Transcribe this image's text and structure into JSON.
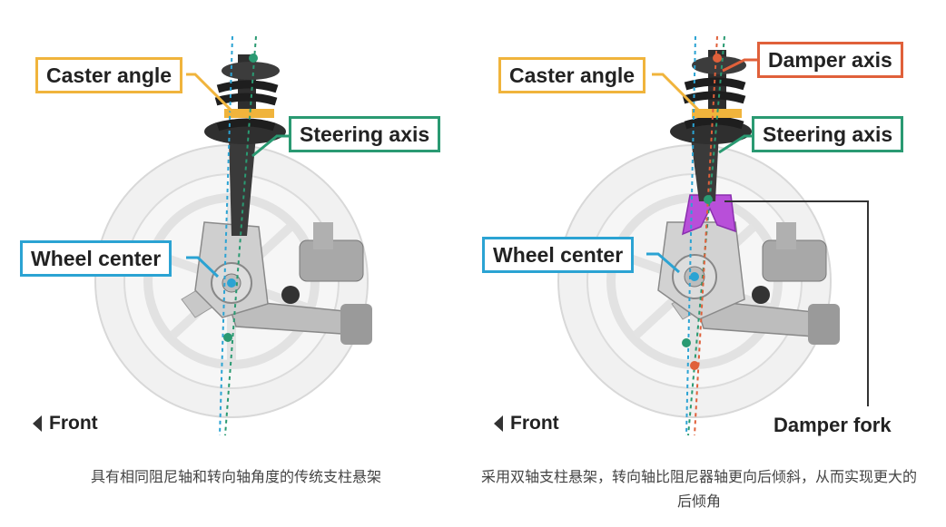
{
  "left_panel": {
    "labels": {
      "caster_angle": "Caster angle",
      "steering_axis": "Steering axis",
      "wheel_center": "Wheel center",
      "front": "Front"
    },
    "caption": "具有相同阻尼轴和转向轴角度的传统支柱悬架"
  },
  "right_panel": {
    "labels": {
      "caster_angle": "Caster angle",
      "damper_axis": "Damper axis",
      "steering_axis": "Steering axis",
      "wheel_center": "Wheel center",
      "front": "Front",
      "damper_fork": "Damper fork"
    },
    "caption": "采用双轴支柱悬架，转向轴比阻尼器轴更向后倾斜，从而实现更大的后倾角"
  },
  "colors": {
    "caster": "#f0b43c",
    "steering": "#2a9a72",
    "wheel_center": "#2ba3d3",
    "damper": "#e0603a",
    "fork": "#b84fd9"
  },
  "icons": [
    "front-arrow-icon"
  ]
}
